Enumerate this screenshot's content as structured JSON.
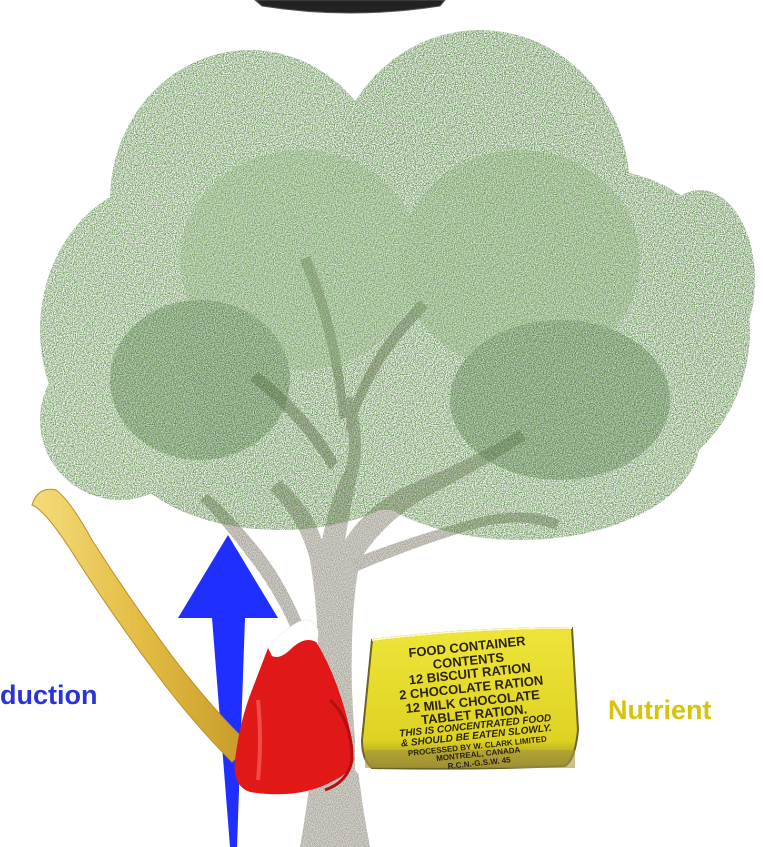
{
  "labels": {
    "left_text": "duction",
    "left_color": "#2a33d6",
    "right_text": "Nutrient",
    "right_color": "#d8c20a"
  },
  "arrow": {
    "direction": "up",
    "color": "#1f2fff"
  },
  "axe": {
    "icon": "axe-icon",
    "head_color": "#e01818",
    "handle_color": "#e8c24a"
  },
  "tin": {
    "color": "#e6dc2a",
    "lines": [
      "FOOD CONTAINER",
      "CONTENTS",
      "12 BISCUIT RATION",
      "2 CHOCOLATE RATION",
      "12 MILK CHOCOLATE",
      "TABLET RATION.",
      "THIS IS CONCENTRATED FOOD",
      "& SHOULD BE EATEN SLOWLY.",
      "PROCESSED BY W. CLARK LIMITED",
      "MONTREAL, CANADA",
      "R.C.N.-G.S.W. 45"
    ]
  },
  "tree": {
    "canopy_color": "#5c8a4c",
    "trunk_color": "#8f8a7c"
  },
  "top_shape": {
    "color": "#222222"
  }
}
